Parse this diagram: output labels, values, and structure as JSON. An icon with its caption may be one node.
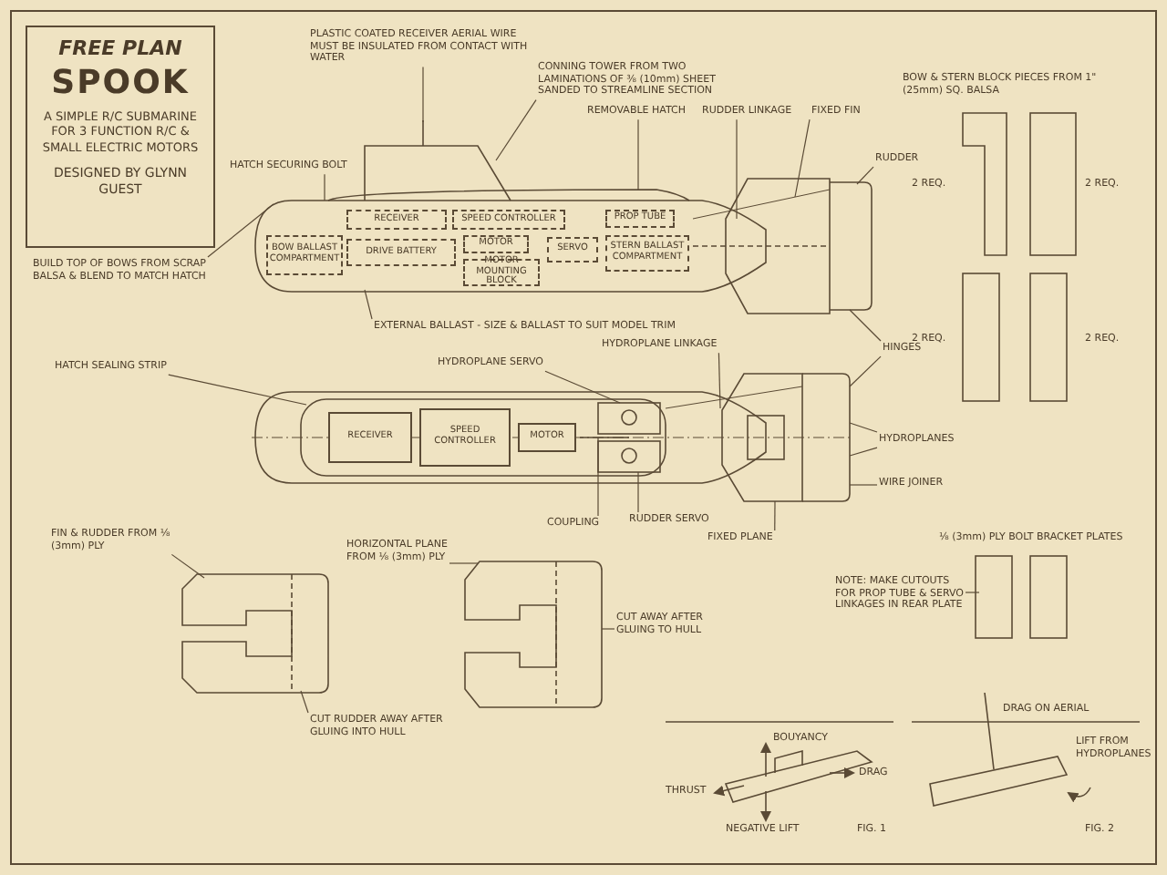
{
  "diagram": {
    "nodes": [
      {
        "text": [
          "FREE PLAN",
          "SPOOK",
          "A SIMPLE R/C SUBMARINE FOR 3 FUNCTION R/C & SMALL ELECTRIC MOTORS",
          "DESIGNED BY GLYNN GUEST"
        ]
      },
      {
        "text": [],
        "shape": "picture"
      },
      {
        "text": [
          "RECEIVER"
        ],
        "in": 1
      },
      {
        "text": [
          "SPEED CONTROLLER"
        ],
        "in": 1
      },
      {
        "text": [
          "BOW BALLAST COMPARTMENT"
        ],
        "in": 1
      },
      {
        "text": [
          "DRIVE BATTERY"
        ],
        "in": 1
      },
      {
        "text": [
          "MOTOR"
        ],
        "in": 1
      },
      {
        "text": [
          "MOTOR MOUNTING BLOCK"
        ],
        "in": 1
      },
      {
        "text": [
          "SERVO"
        ],
        "in": 1
      },
      {
        "text": [
          "PROP TUBE"
        ],
        "in": 1
      },
      {
        "text": [
          "STERN BALLAST COMPARTMENT"
        ],
        "in": 1
      },
      {
        "text": [],
        "shape": "picture"
      },
      {
        "text": [
          "RECEIVER"
        ],
        "in": 11
      },
      {
        "text": [
          "SPEED CONTROLLER"
        ],
        "in": 11
      },
      {
        "text": [
          "MOTOR"
        ],
        "in": 11
      },
      {
        "text": [
          "BUILD TOP OF BOWS FROM SCRAP BALSA & BLEND TO MATCH HATCH"
        ]
      },
      {
        "text": [
          "HATCH SECURING BOLT"
        ]
      },
      {
        "text": [
          "PLASTIC COATED RECEIVER AERIAL WIRE MUST BE INSULATED FROM CONTACT WITH WATER"
        ]
      },
      {
        "text": [
          "CONNING TOWER FROM TWO LAMINATIONS OF ⅜ (10mm) SHEET SANDED TO STREAMLINE SECTION"
        ]
      },
      {
        "text": [
          "REMOVABLE HATCH"
        ]
      },
      {
        "text": [
          "RUDDER LINKAGE"
        ]
      },
      {
        "text": [
          "FIXED FIN"
        ]
      },
      {
        "text": [
          "RUDDER"
        ]
      },
      {
        "text": [
          "EXTERNAL BALLAST - SIZE & BALLAST TO SUIT MODEL TRIM"
        ]
      },
      {
        "text": [
          "HINGES"
        ]
      },
      {
        "text": [
          "HATCH SEALING STRIP"
        ]
      },
      {
        "text": [
          "HYDROPLANE SERVO"
        ]
      },
      {
        "text": [
          "HYDROPLANE LINKAGE"
        ]
      },
      {
        "text": [
          "COUPLING"
        ]
      },
      {
        "text": [
          "RUDDER SERVO"
        ]
      },
      {
        "text": [
          "FIXED PLANE"
        ]
      },
      {
        "text": [
          "HYDROPLANES"
        ]
      },
      {
        "text": [
          "WIRE JOINER"
        ]
      },
      {
        "text": [
          "FIN & RUDDER FROM ⅛ (3mm) PLY"
        ]
      },
      {
        "text": [],
        "shape": "picture"
      },
      {
        "text": [
          "CUT RUDDER AWAY AFTER GLUING INTO HULL"
        ]
      },
      {
        "text": [
          "HORIZONTAL PLANE FROM ⅛ (3mm) PLY"
        ]
      },
      {
        "text": [],
        "shape": "picture"
      },
      {
        "text": [
          "CUT AWAY AFTER GLUING TO HULL"
        ]
      },
      {
        "text": [
          "NOTE: MAKE CUTOUTS FOR PROP TUBE & SERVO LINKAGES IN REAR PLATE"
        ]
      },
      {
        "text": [],
        "shape": "picture"
      }
    ],
    "edges": [
      {
        "from": 15,
        "to": 1,
        "arrow": "none"
      },
      {
        "from": 16,
        "to": 1,
        "arrow": "none"
      },
      {
        "from": 17,
        "to": 1,
        "arrow": "none"
      },
      {
        "from": 18,
        "to": 1,
        "arrow": "none"
      },
      {
        "from": 19,
        "to": 1,
        "arrow": "none"
      },
      {
        "from": 20,
        "to": 1,
        "arrow": "none"
      },
      {
        "from": 21,
        "to": 1,
        "arrow": "none"
      },
      {
        "from": 22,
        "to": 1,
        "arrow": "none"
      },
      {
        "from": 23,
        "to": 1,
        "arrow": "none"
      },
      {
        "from": 24,
        "to": 1,
        "arrow": "none"
      },
      {
        "from": 24,
        "to": 11,
        "arrow": "none"
      },
      {
        "from": 25,
        "to": 11,
        "arrow": "none"
      },
      {
        "from": 26,
        "to": 11,
        "arrow": "none"
      },
      {
        "from": 27,
        "to": 11,
        "arrow": "none"
      },
      {
        "from": 28,
        "to": 11,
        "arrow": "none"
      },
      {
        "from": 29,
        "to": 11,
        "arrow": "none"
      },
      {
        "from": 30,
        "to": 11,
        "arrow": "none"
      },
      {
        "from": 31,
        "to": 11,
        "arrow": "none"
      },
      {
        "from": 31,
        "to": 11,
        "arrow": "none"
      },
      {
        "from": 32,
        "to": 11,
        "arrow": "none"
      },
      {
        "from": 33,
        "to": 34,
        "arrow": "none"
      },
      {
        "from": 35,
        "to": 34,
        "arrow": "none"
      },
      {
        "from": 36,
        "to": 37,
        "arrow": "none"
      },
      {
        "from": 38,
        "to": 37,
        "arrow": "none"
      },
      {
        "from": 39,
        "to": 40,
        "arrow": "none"
      }
    ],
    "labels": [
      "BOW & STERN BLOCK PIECES FROM 1\" (25mm) SQ. BALSA",
      "2 REQ.",
      "2 REQ.",
      "2 REQ.",
      "2 REQ.",
      "⅛ (3mm) PLY BOLT BRACKET PLATES",
      "BOUYANCY",
      "THRUST",
      "DRAG",
      "NEGATIVE LIFT",
      "FIG. 1",
      "DRAG ON AERIAL",
      "LIFT FROM HYDROPLANES",
      "FIG. 2"
    ]
  }
}
